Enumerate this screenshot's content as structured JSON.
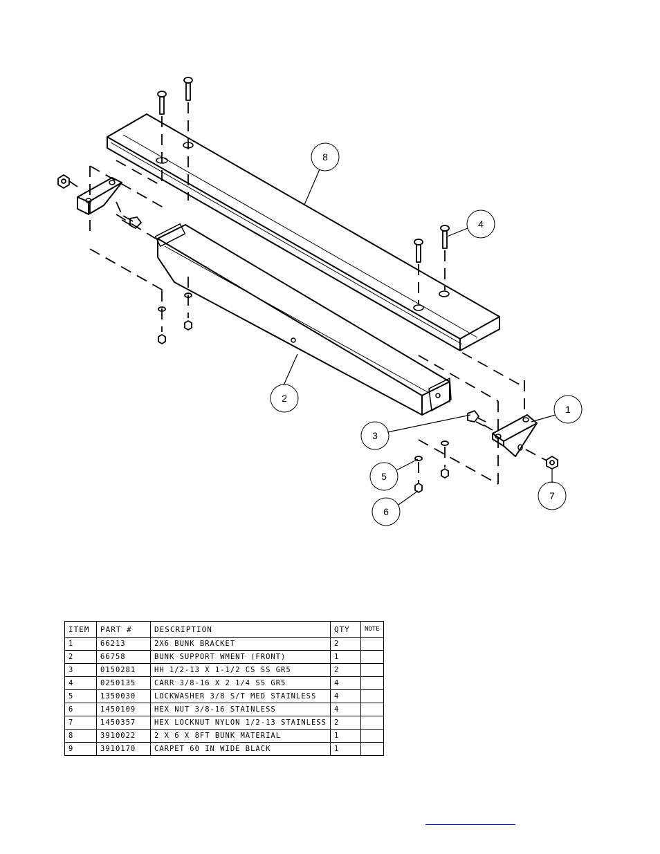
{
  "callouts": [
    {
      "label": "8"
    },
    {
      "label": "4"
    },
    {
      "label": "1"
    },
    {
      "label": "2"
    },
    {
      "label": "3"
    },
    {
      "label": "5"
    },
    {
      "label": "6"
    },
    {
      "label": "7"
    }
  ],
  "bom": {
    "headers": {
      "item": "ITEM",
      "part": "PART #",
      "description": "DESCRIPTION",
      "qty": "QTY",
      "note": "NOTE"
    },
    "rows": [
      {
        "item": "1",
        "part": "66213",
        "description": "2X6 BUNK BRACKET",
        "qty": "2",
        "note": ""
      },
      {
        "item": "2",
        "part": "66758",
        "description": "BUNK SUPPORT WMENT (FRONT)",
        "qty": "1",
        "note": ""
      },
      {
        "item": "3",
        "part": "0150281",
        "description": "HH 1/2-13 X 1-1/2 CS SS GR5",
        "qty": "2",
        "note": ""
      },
      {
        "item": "4",
        "part": "0250135",
        "description": "CARR 3/8-16 X 2 1/4 SS GR5",
        "qty": "4",
        "note": ""
      },
      {
        "item": "5",
        "part": "1350030",
        "description": "LOCKWASHER 3/8 S/T MED STAINLESS",
        "qty": "4",
        "note": ""
      },
      {
        "item": "6",
        "part": "1450109",
        "description": "HEX NUT 3/8-16 STAINLESS",
        "qty": "4",
        "note": ""
      },
      {
        "item": "7",
        "part": "1450357",
        "description": "HEX LOCKNUT NYLON 1/2-13 STAINLESS",
        "qty": "2",
        "note": ""
      },
      {
        "item": "8",
        "part": "3910022",
        "description": "2 X 6 X 8FT BUNK MATERIAL",
        "qty": "1",
        "note": ""
      },
      {
        "item": "9",
        "part": "3910170",
        "description": "CARPET 60 IN WIDE BLACK",
        "qty": "1",
        "note": ""
      }
    ]
  },
  "colors": {
    "line": "#000000",
    "link": "#0000ee"
  }
}
